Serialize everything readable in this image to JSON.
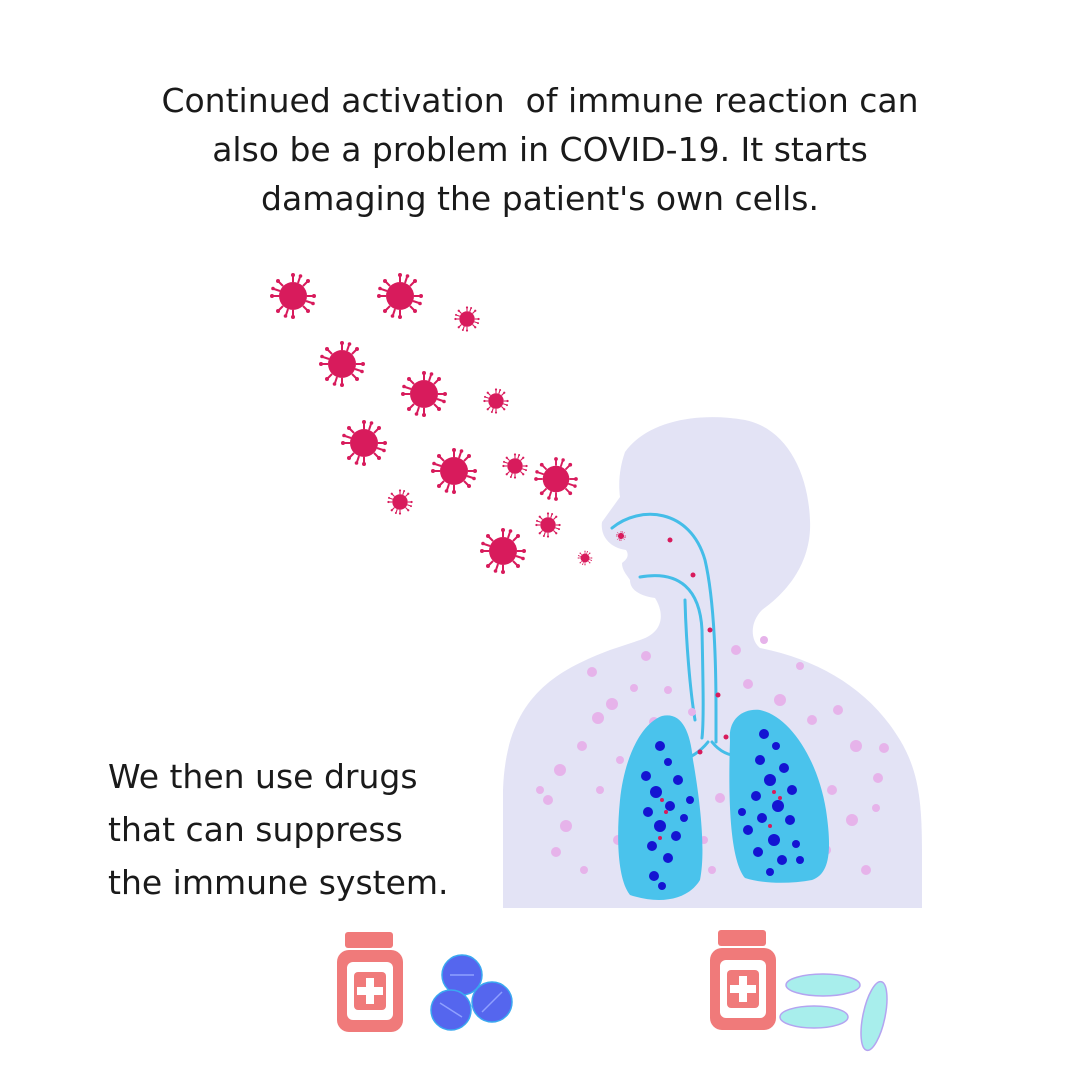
{
  "title_lines": [
    "Continued activation  of immune reaction can",
    "also be a problem in COVID-19. It starts",
    "damaging the patient's own cells."
  ],
  "caption_lines": [
    "We then use drugs",
    "that can suppress",
    "the immune system."
  ],
  "colors": {
    "virus": "#d81b5c",
    "body": "#e3e3f5",
    "airway": "#44bde8",
    "lungs": "#4ac3ec",
    "immune_cells": "#1414d2",
    "inflammation": "#e6b3ea",
    "bottle": "#f07a7a",
    "round_pills": "#5566ee",
    "capsules": "#a8eeec"
  },
  "icons": [
    "virus-icon",
    "human-silhouette-icon",
    "lungs-icon",
    "medicine-bottle-icon",
    "round-pills-icon",
    "capsule-pills-icon"
  ]
}
